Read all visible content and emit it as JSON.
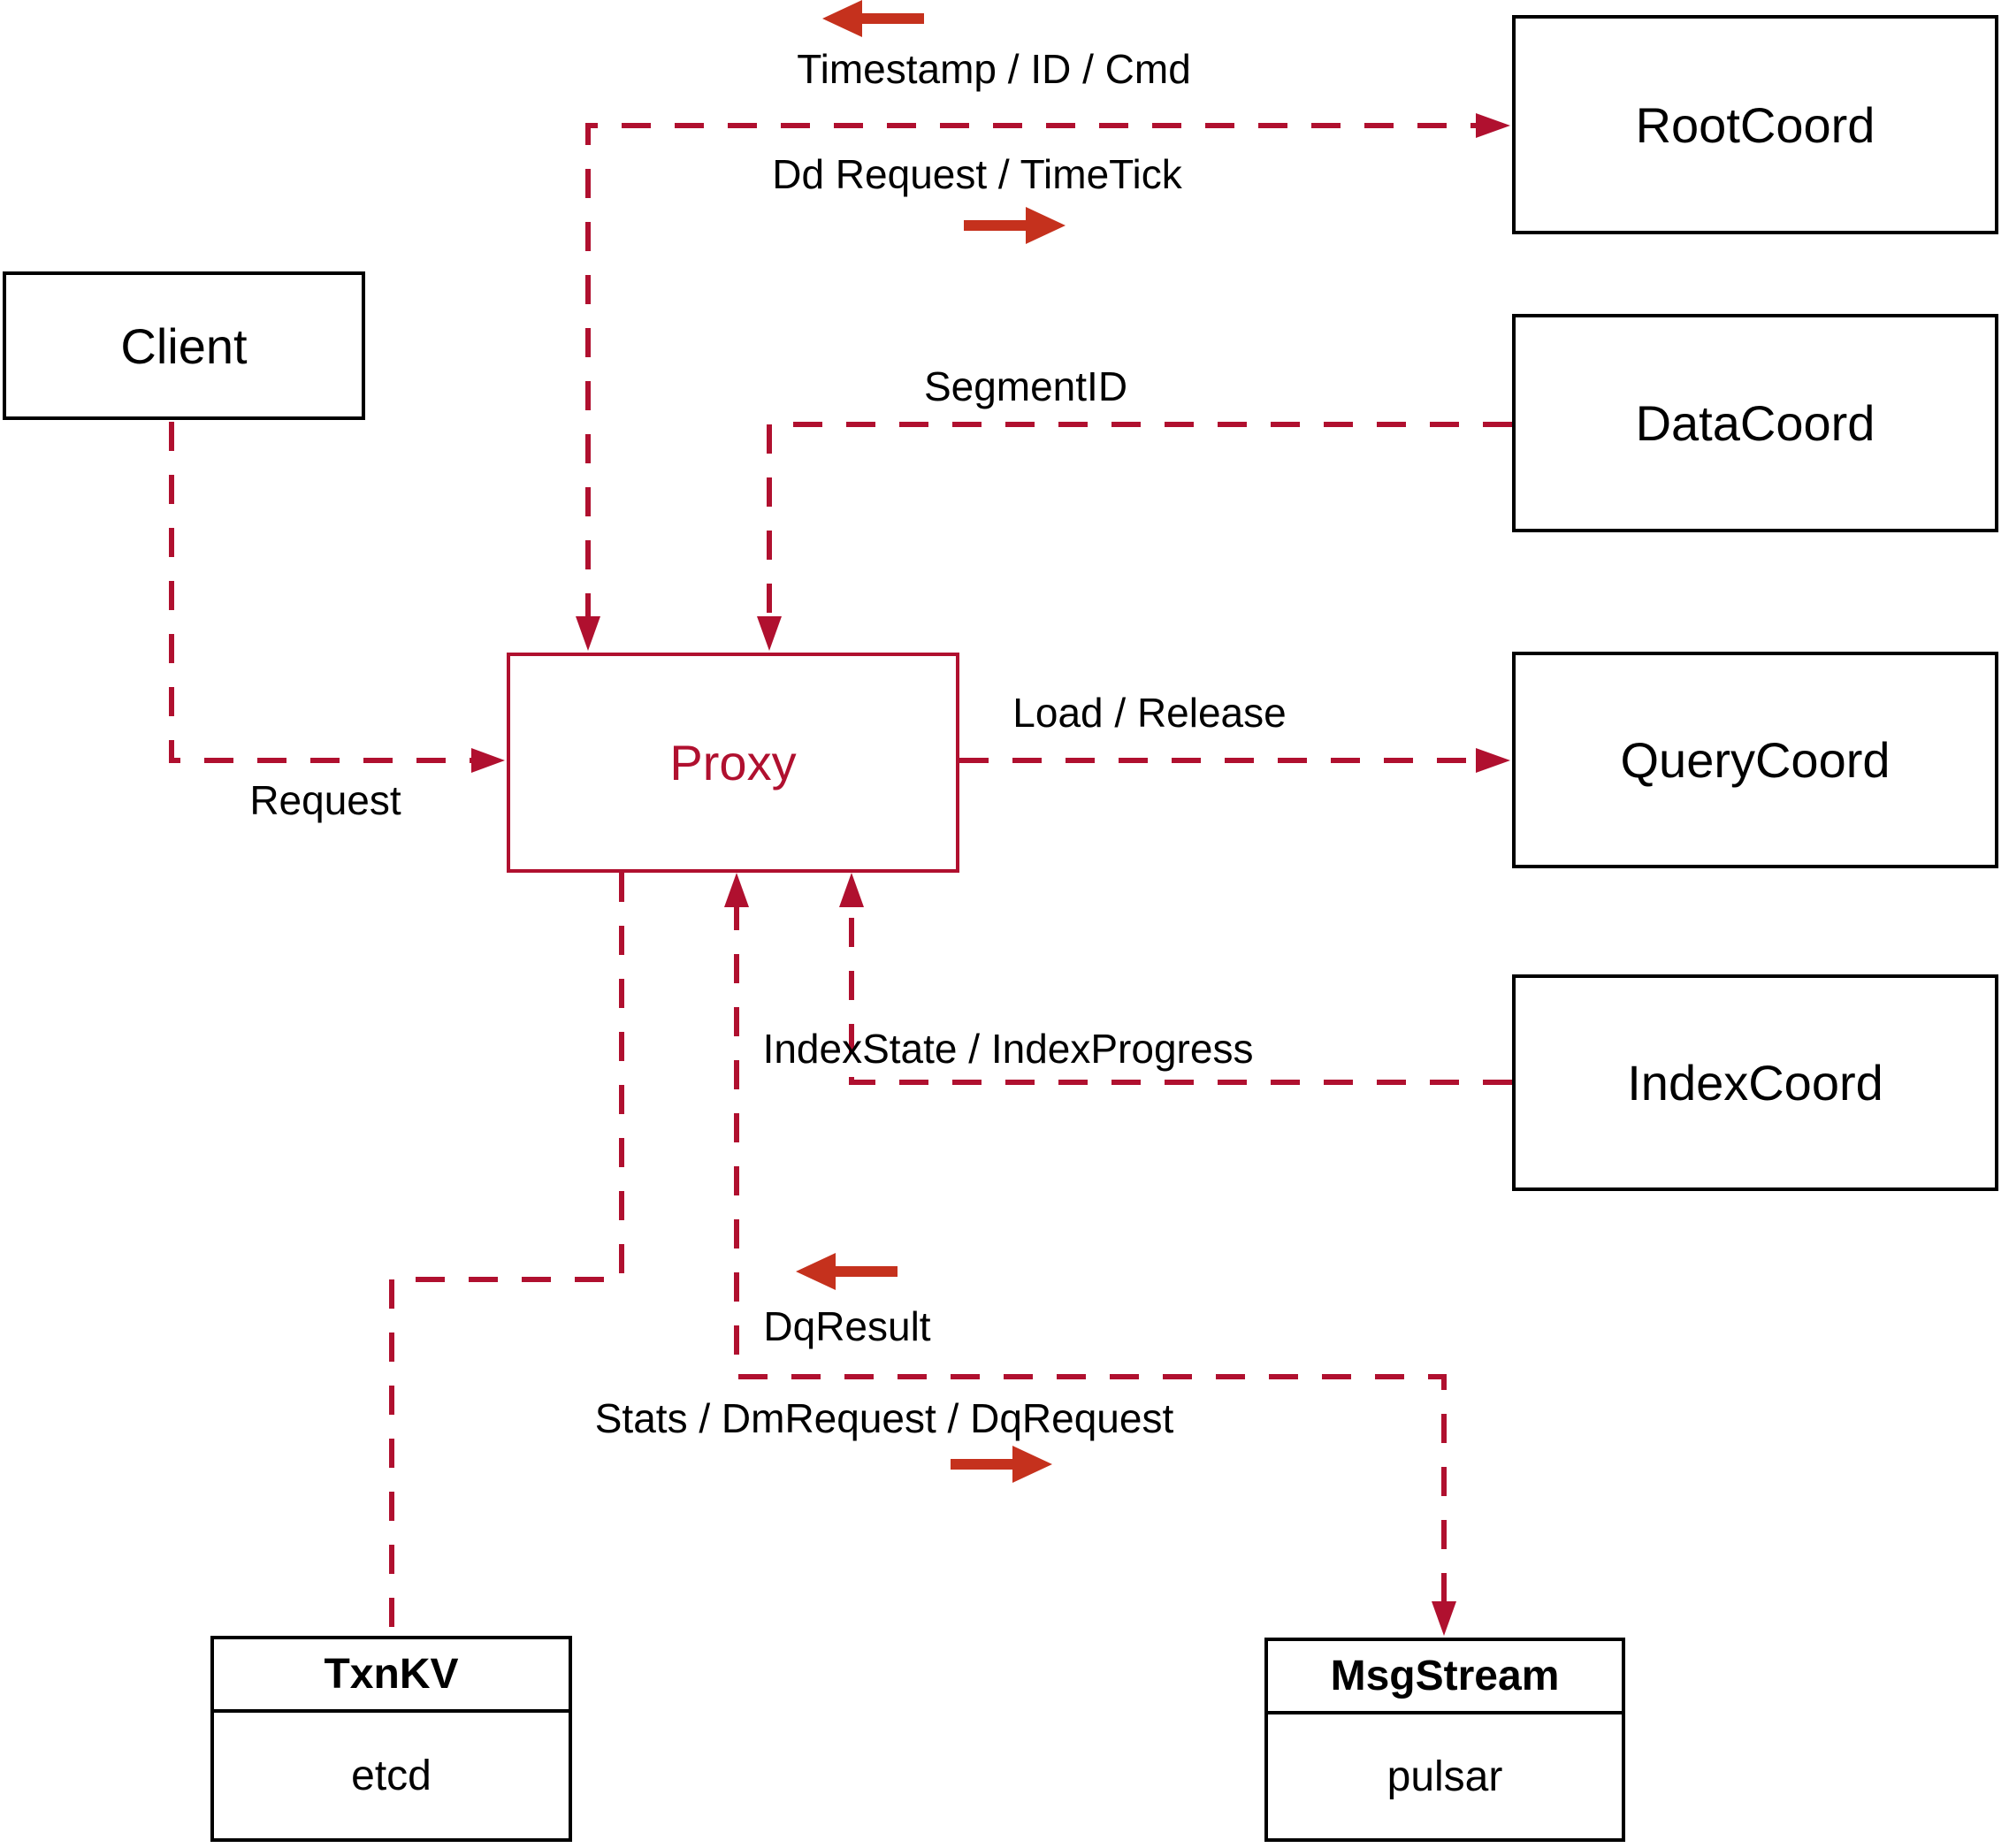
{
  "diagram": {
    "nodes": {
      "client": {
        "label": "Client"
      },
      "proxy": {
        "label": "Proxy"
      },
      "rootcoord": {
        "label": "RootCoord"
      },
      "datacoord": {
        "label": "DataCoord"
      },
      "querycoord": {
        "label": "QueryCoord"
      },
      "indexcoord": {
        "label": "IndexCoord"
      },
      "txnkv": {
        "title": "TxnKV",
        "subtitle": "etcd"
      },
      "msgstream": {
        "title": "MsgStream",
        "subtitle": "pulsar"
      }
    },
    "edge_labels": {
      "timestamp_id_cmd": "Timestamp / ID / Cmd",
      "dd_request_timetick": "Dd Request / TimeTick",
      "segment_id": "SegmentID",
      "request": "Request",
      "load_release": "Load / Release",
      "index_state_progress": "IndexState / IndexProgress",
      "dq_result": "DqResult",
      "stats_dm_dq": "Stats / DmRequest / DqRequest"
    },
    "colors": {
      "wire": "#b0102f",
      "arrow": "#c5311d",
      "box_border": "#000000",
      "text": "#000000",
      "background": "#ffffff"
    }
  }
}
